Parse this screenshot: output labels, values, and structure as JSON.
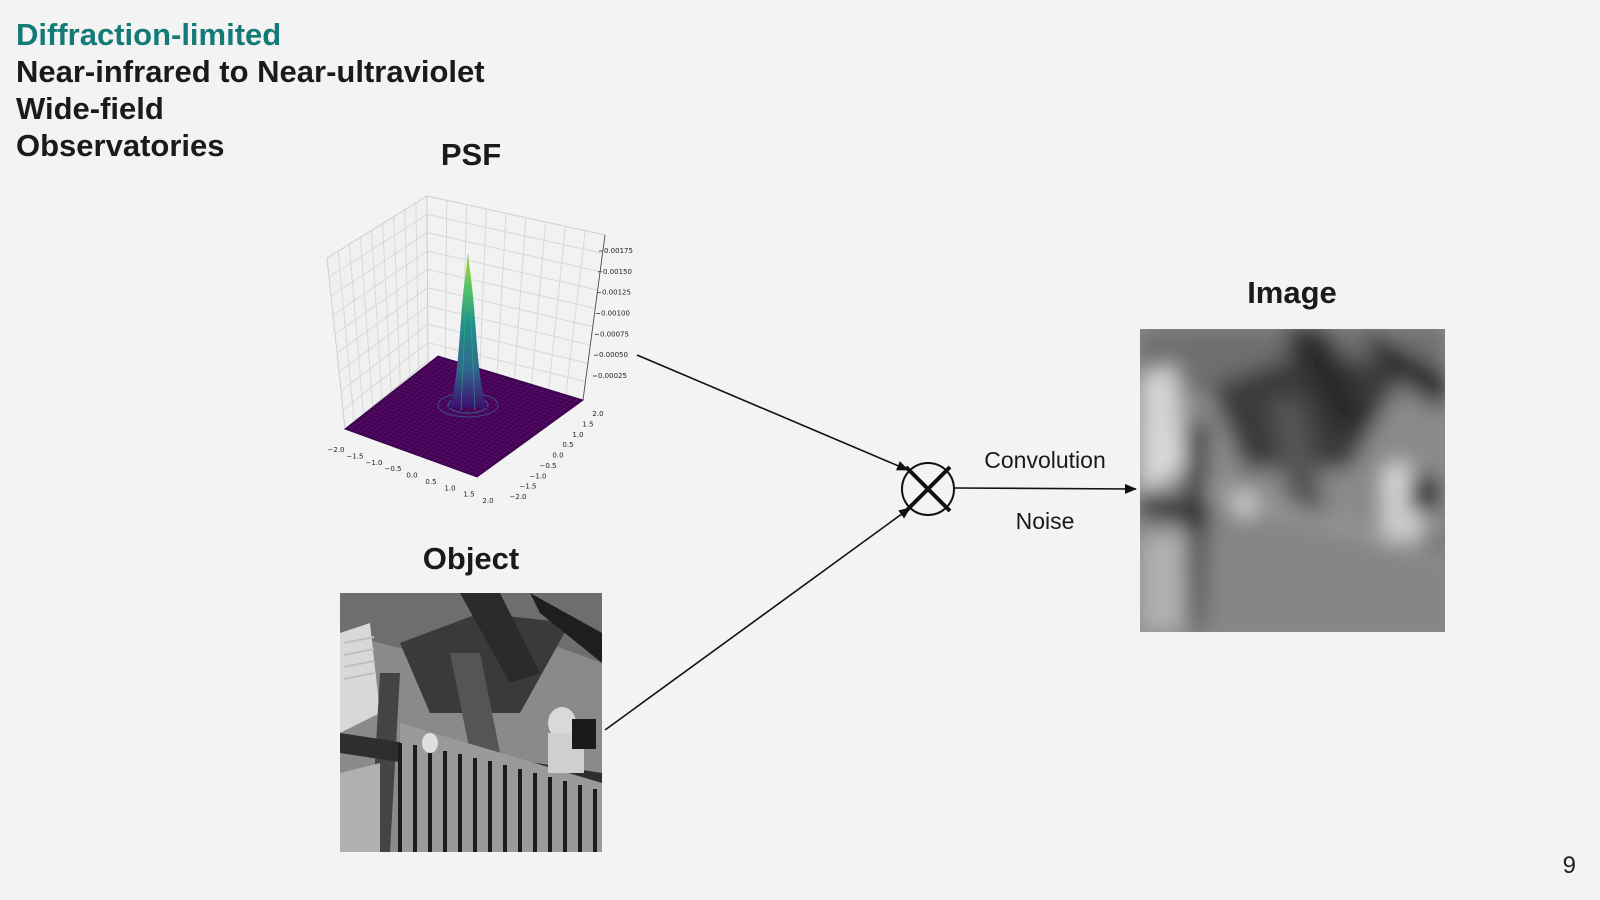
{
  "header": {
    "lines": [
      "Diffraction-limited",
      "Near-infrared to Near-ultraviolet",
      "Wide-field",
      "Observatories"
    ],
    "accent_color": "#137a78"
  },
  "diagram": {
    "psf_title": "PSF",
    "object_title": "Object",
    "image_title": "Image",
    "op_top_label": "Convolution",
    "op_bottom_label": "Noise",
    "op_symbol": "multiply-circle-icon"
  },
  "psf_plot": {
    "type": "surface3d",
    "colormap": "viridis",
    "x_ticks": [
      "−2.0",
      "−1.5",
      "−1.0",
      "−0.5",
      "0.0",
      "0.5",
      "1.0",
      "1.5",
      "2.0"
    ],
    "y_ticks": [
      "−2.0",
      "−1.5",
      "−1.0",
      "−0.5",
      "0.0",
      "0.5",
      "1.0",
      "1.5",
      "2.0"
    ],
    "z_ticks": [
      "0.00025",
      "0.00050",
      "0.00075",
      "0.00100",
      "0.00125",
      "0.00150",
      "0.00175"
    ],
    "peak_value": 0.00185
  },
  "footer": {
    "page_number": "9"
  }
}
